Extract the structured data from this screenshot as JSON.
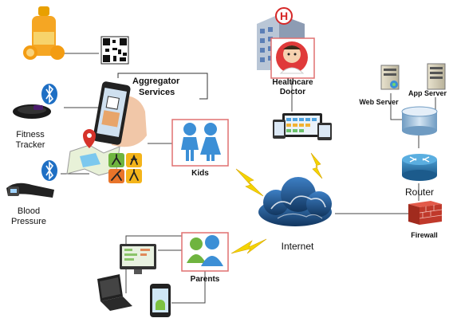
{
  "labels": {
    "aggregator_line1": "Aggregator",
    "aggregator_line2": "Services",
    "fitness_line1": "Fitness",
    "fitness_line2": "Tracker",
    "blood_line1": "Blood",
    "blood_line2": "Pressure",
    "kids": "Kids",
    "parents": "Parents",
    "healthcare_line1": "Healthcare",
    "healthcare_line2": "Doctor",
    "internet": "Internet",
    "web_server": "Web Server",
    "app_server": "App Server",
    "router": "Router",
    "firewall": "Firewall"
  },
  "hospital_sign": "H",
  "colors": {
    "cloud": "#1f4f8c",
    "lightning": "#f4d400",
    "frame": "#e07070",
    "firewall": "#c0392b",
    "server_cylinder": "#7fa8cc",
    "router": "#2a6f9e"
  },
  "icons": [
    "juice-bottle-icon",
    "qr-code-icon",
    "bluetooth-icon",
    "fitness-band-icon",
    "blood-pressure-cuff-icon",
    "smartphone-icon",
    "map-icon",
    "activity-icon",
    "kids-icon",
    "parents-icon",
    "hospital-icon",
    "doctor-icon",
    "devices-icon",
    "cloud-icon",
    "lightning-icon",
    "server-icon",
    "router-icon",
    "firewall-icon",
    "monitor-icon",
    "laptop-icon",
    "android-phone-icon"
  ]
}
